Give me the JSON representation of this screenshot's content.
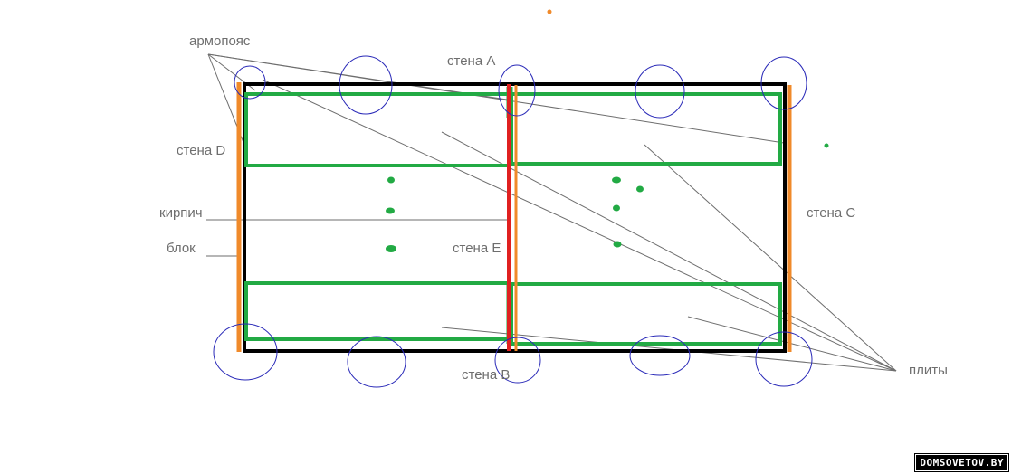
{
  "labels": {
    "armopoyas": "армопояс",
    "wall_a": "стена А",
    "wall_b": "стена В",
    "wall_c": "стена С",
    "wall_d": "стена D",
    "wall_e": "стена Е",
    "brick": "кирпич",
    "block": "блок",
    "slabs": "плиты"
  },
  "watermark": "DOMSOVETOV.BY",
  "colors": {
    "outline": "#000000",
    "block_wall": "#f08a2a",
    "brick_wall": "#e02020",
    "slab": "#22aa44",
    "armopoyas_circle": "#2a2ab8",
    "leader_line": "#6e6e6e",
    "text": "#6e6e6e"
  }
}
